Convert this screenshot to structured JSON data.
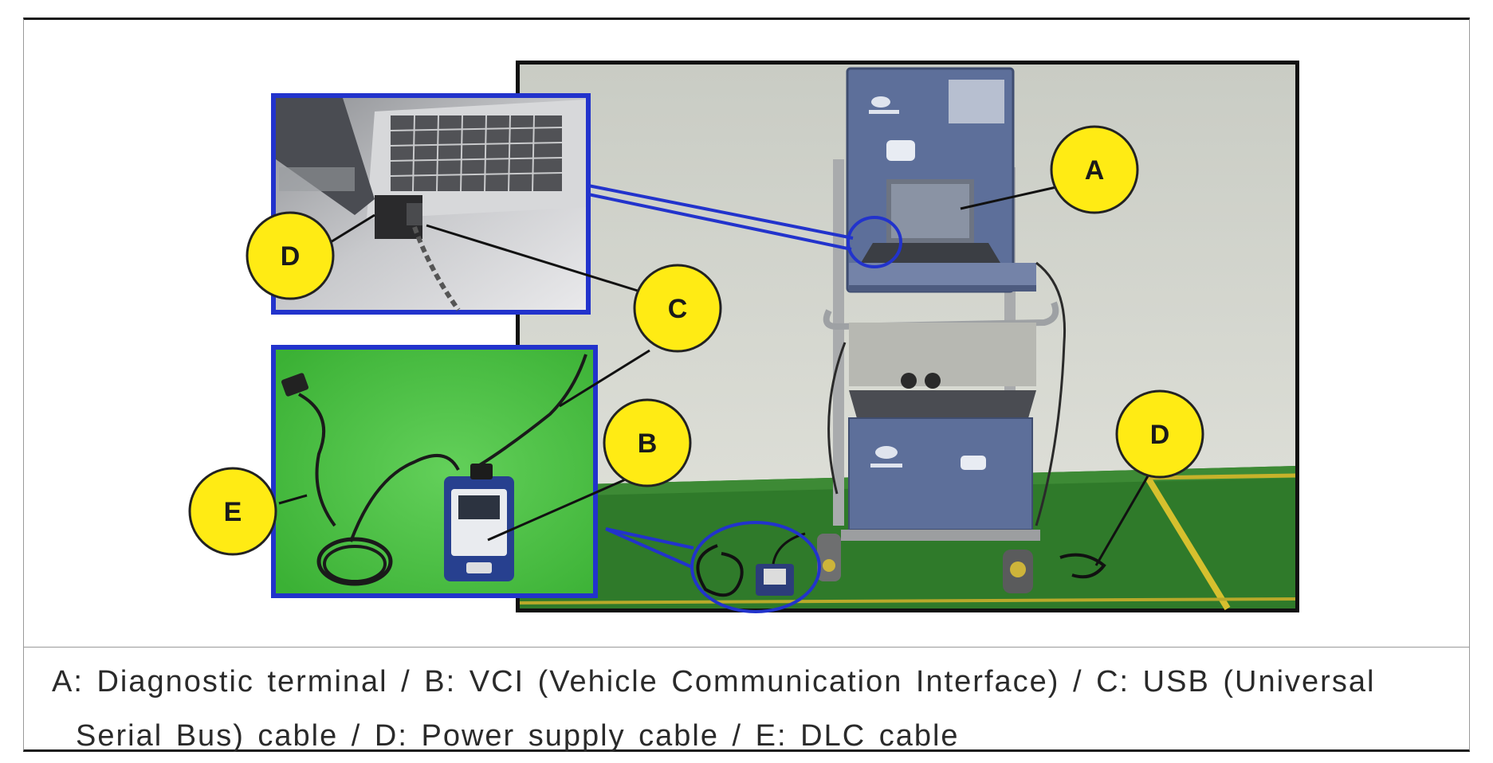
{
  "callouts": {
    "a": "A",
    "b": "B",
    "c1": "C",
    "c2": "C",
    "d1": "D",
    "d2": "D",
    "e": "E"
  },
  "caption": {
    "line1": "A: Diagnostic terminal / B: VCI (Vehicle Communication Interface) / C: USB (Universal",
    "line2": "Serial Bus) cable / D: Power supply cable / E: DLC cable"
  },
  "colors": {
    "callout_fill": "#ffeb14",
    "inset_border": "#2233cc",
    "leader_line": "#111111",
    "floor_green": "#2f7a2a",
    "inset_green": "#4cc245",
    "wall": "#d8dad2",
    "cart_blue": "#5d6f9a"
  }
}
